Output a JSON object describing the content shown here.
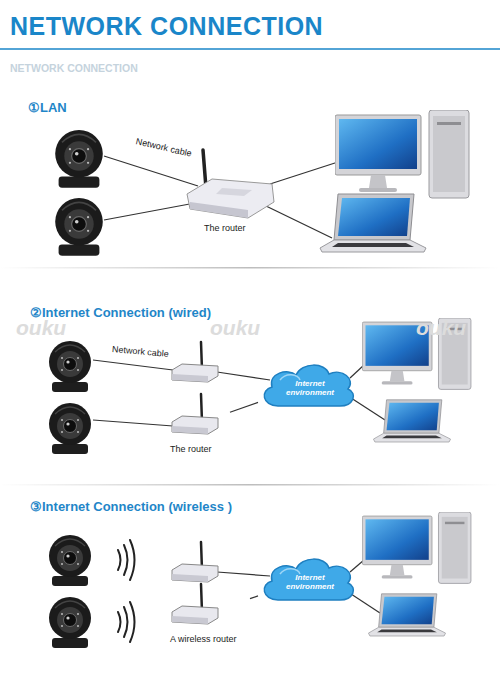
{
  "diagram": {
    "title": "NETWORK CONNECTION",
    "nodes": [
      {
        "text": [
          "The router"
        ]
      },
      {
        "text": [
          "Internet environment"
        ]
      },
      {
        "text": [
          "The router"
        ]
      },
      {
        "text": [
          "Internet environment"
        ]
      },
      {
        "text": [
          "A wireless router"
        ]
      }
    ],
    "edges": [
      {
        "from": 2,
        "to": 1,
        "arrow": "none"
      },
      {
        "from": 4,
        "to": 3,
        "arrow": "none"
      }
    ],
    "labels": [
      "NETWORK CONNECTION",
      "①LAN",
      "Network cable",
      "②Internet Connection (wired)",
      "ouku",
      "ouku",
      "ouku",
      "Network cable",
      "③Internet Connection (wireless )"
    ]
  }
}
